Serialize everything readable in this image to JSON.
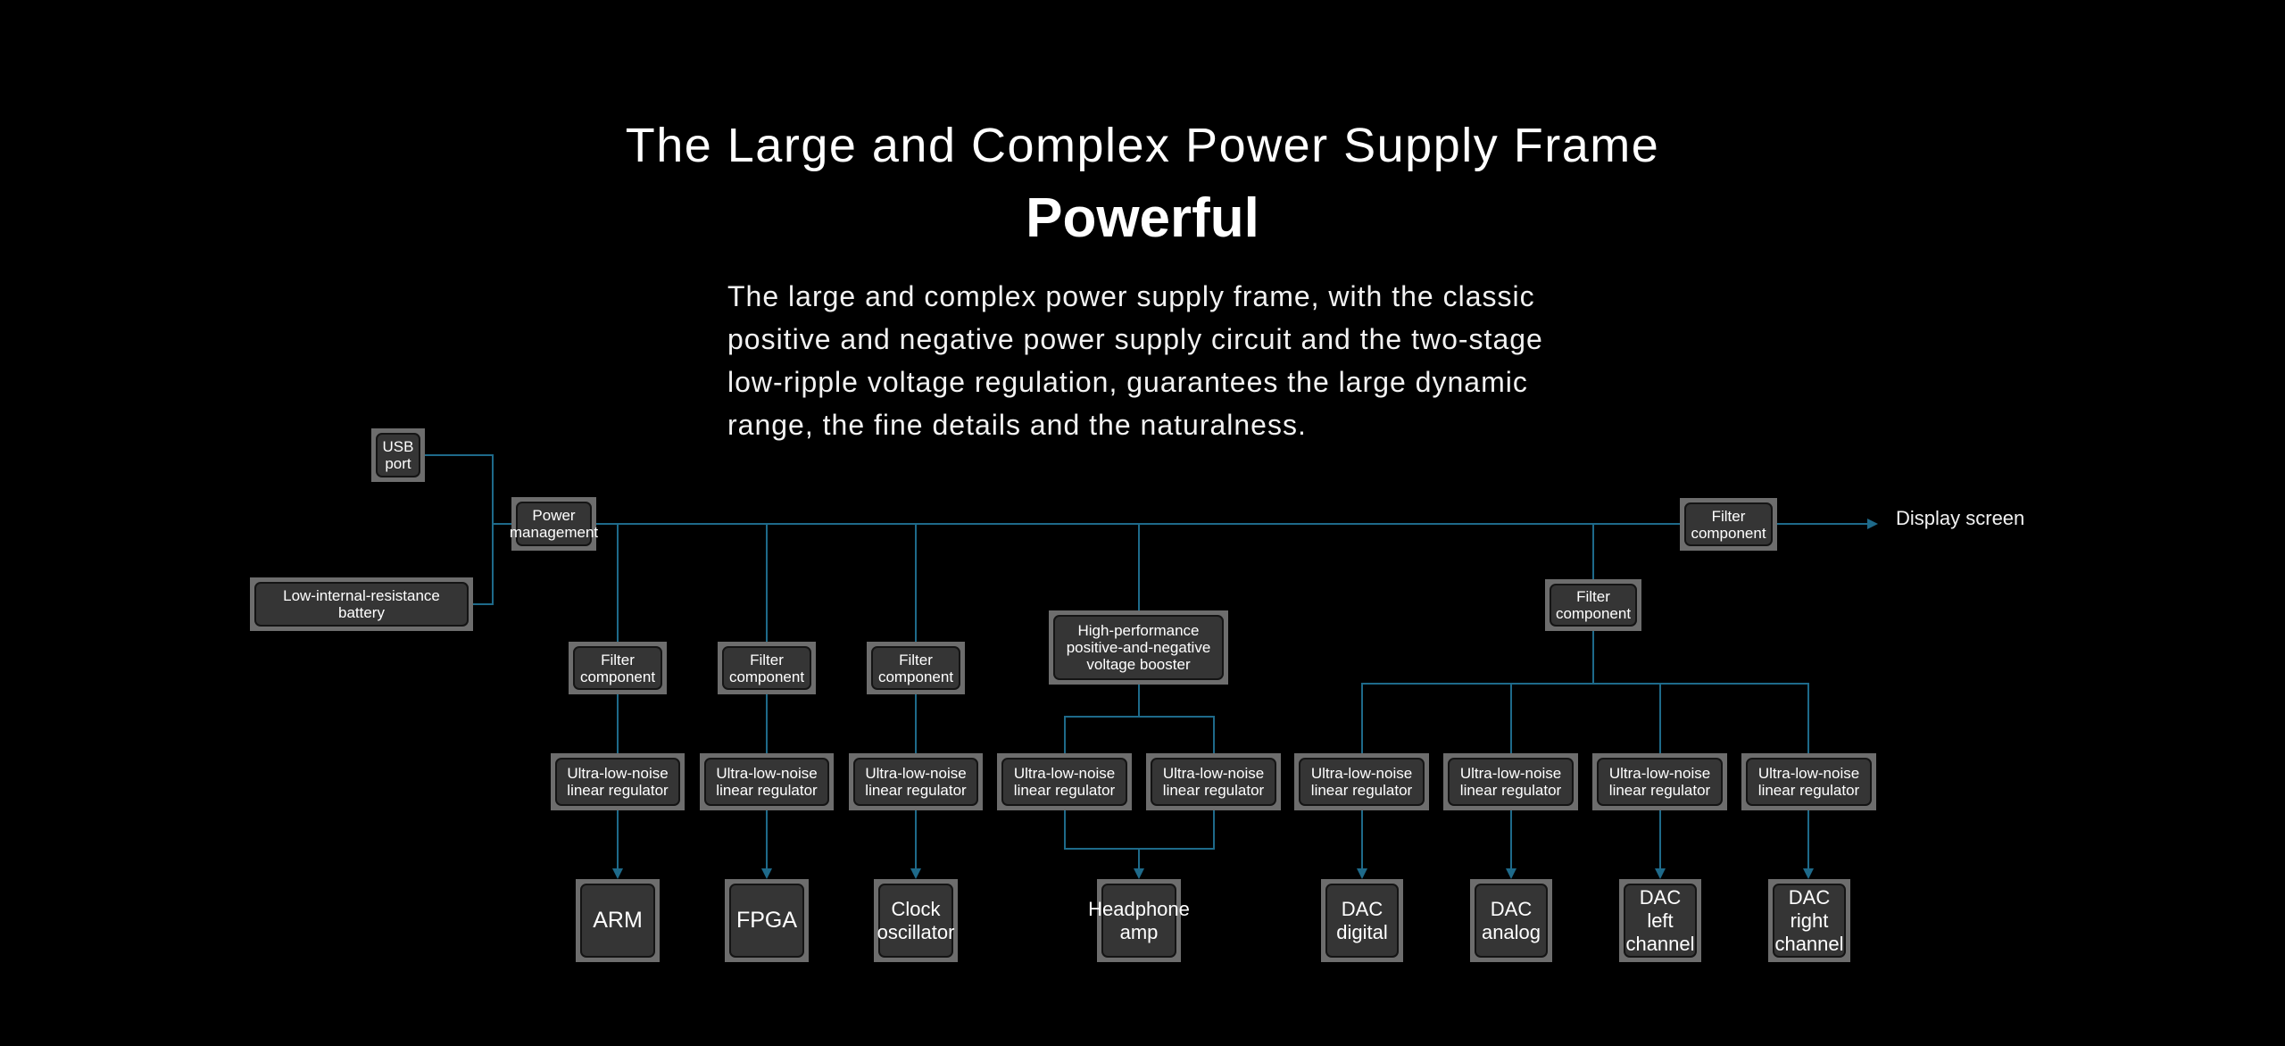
{
  "header": {
    "title": "The Large and Complex Power Supply Frame",
    "subtitle": "Powerful",
    "description": "The large and complex power supply frame, with the classic positive and negative power supply circuit and the two-stage low-ripple voltage regulation, guarantees the large dynamic range, the fine details and the naturalness."
  },
  "colors": {
    "background": "#000000",
    "connector": "#1e6a8a",
    "box_outer": "#6d6d6d",
    "box_inner": "#353535"
  },
  "diagram": {
    "sources": {
      "usb": "USB\nport",
      "battery": "Low-internal-resistance\nbattery"
    },
    "power_management": "Power\nmanagement",
    "display_filter": "Filter\ncomponent",
    "display_label": "Display screen",
    "dac_filter": "Filter\ncomponent",
    "booster": "High-performance\npositive-and-negative\nvoltage booster",
    "branches": [
      {
        "filter": "Filter\ncomponent",
        "regulator": "Ultra-low-noise\nlinear regulator",
        "target": "ARM"
      },
      {
        "filter": "Filter\ncomponent",
        "regulator": "Ultra-low-noise\nlinear regulator",
        "target": "FPGA"
      },
      {
        "filter": "Filter\ncomponent",
        "regulator": "Ultra-low-noise\nlinear regulator",
        "target": "Clock\noscillator"
      }
    ],
    "headphone": {
      "regulators": [
        "Ultra-low-noise\nlinear regulator",
        "Ultra-low-noise\nlinear regulator"
      ],
      "target": "Headphone\namp"
    },
    "dac": [
      {
        "regulator": "Ultra-low-noise\nlinear regulator",
        "target": "DAC\ndigital"
      },
      {
        "regulator": "Ultra-low-noise\nlinear regulator",
        "target": "DAC\nanalog"
      },
      {
        "regulator": "Ultra-low-noise\nlinear regulator",
        "target": "DAC left\nchannel"
      },
      {
        "regulator": "Ultra-low-noise\nlinear regulator",
        "target": "DAC right\nchannel"
      }
    ]
  }
}
